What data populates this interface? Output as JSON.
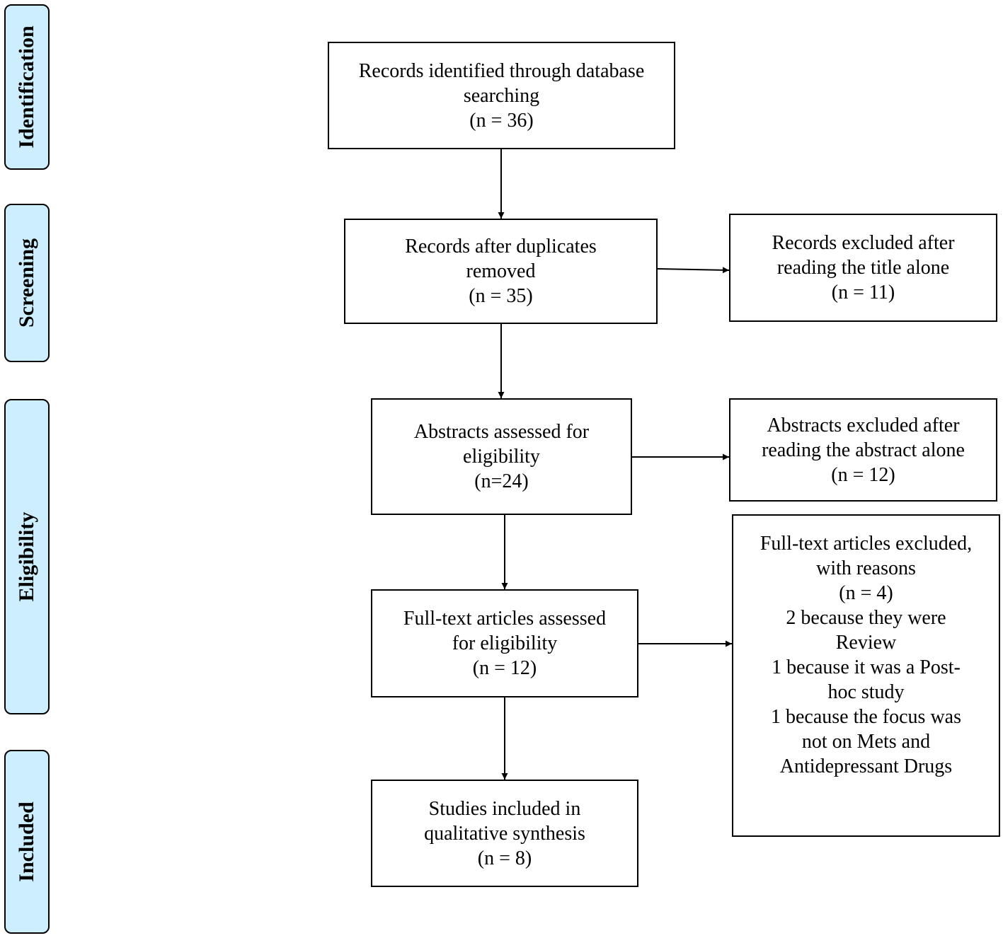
{
  "stages": [
    {
      "id": "identification",
      "label": "Identification"
    },
    {
      "id": "screening",
      "label": "Screening"
    },
    {
      "id": "eligibility",
      "label": "Eligibility"
    },
    {
      "id": "included",
      "label": "Included"
    }
  ],
  "boxes": {
    "identified": {
      "lines": [
        "Records identified through database",
        "searching",
        "(n = 36)"
      ]
    },
    "duplicates_removed": {
      "lines": [
        "Records after duplicates",
        "removed",
        "(n = 35)"
      ]
    },
    "title_excluded": {
      "lines": [
        "Records excluded after",
        "reading the title alone",
        "(n = 11)"
      ]
    },
    "abstracts_assessed": {
      "lines": [
        "Abstracts assessed for",
        "eligibility",
        "(n=24)"
      ]
    },
    "abstracts_excluded": {
      "lines": [
        "Abstracts excluded after",
        "reading the abstract alone",
        "(n = 12)"
      ]
    },
    "fulltext_assessed": {
      "lines": [
        "Full-text articles assessed",
        "for eligibility",
        "(n = 12)"
      ]
    },
    "fulltext_excluded": {
      "lines": [
        "Full-text articles excluded,",
        "with reasons",
        "(n = 4)",
        "2 because they were",
        "Review",
        "1 because it was a Post-",
        "hoc study",
        "1 because the focus was",
        "not on Mets and",
        "Antidepressant Drugs"
      ]
    },
    "included_studies": {
      "lines": [
        "Studies included in",
        "qualitative synthesis",
        "(n = 8)"
      ]
    }
  },
  "colors": {
    "stage_fill": "#cdeeff",
    "stroke": "#000000"
  }
}
